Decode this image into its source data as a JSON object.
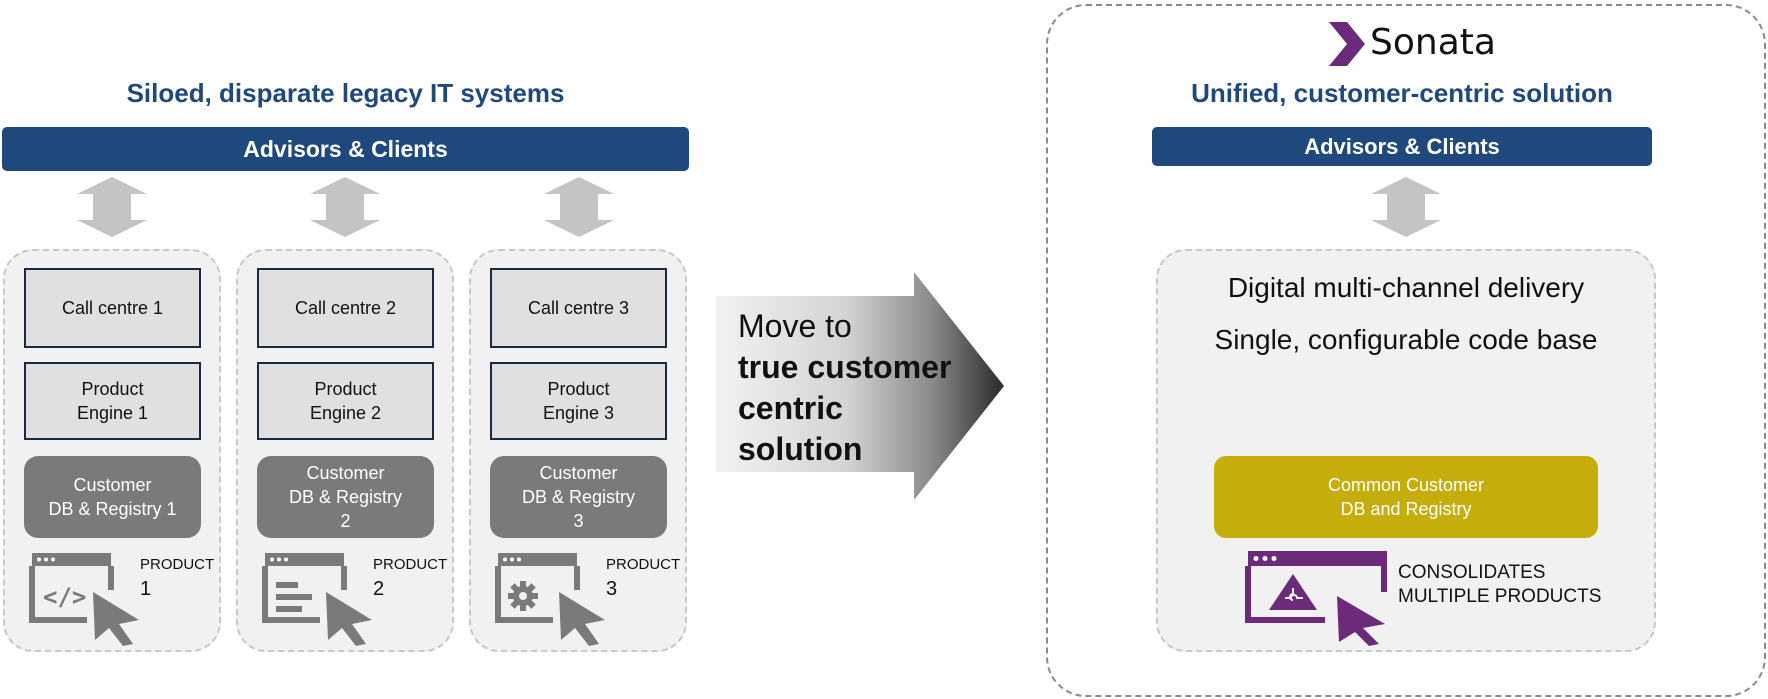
{
  "left": {
    "heading": "Siloed, disparate legacy IT systems",
    "bar_label": "Advisors & Clients",
    "columns": [
      {
        "call_centre": "Call centre 1",
        "engine_line1": "Product",
        "engine_line2": "Engine 1",
        "db_line1": "Customer",
        "db_line2": "DB & Registry 1",
        "db_line3": "",
        "product_label": "PRODUCT",
        "product_num": "1",
        "icon": "code-window-icon"
      },
      {
        "call_centre": "Call centre 2",
        "engine_line1": "Product",
        "engine_line2": "Engine 2",
        "db_line1": "Customer",
        "db_line2": "DB & Registry",
        "db_line3": "2",
        "product_label": "PRODUCT",
        "product_num": "2",
        "icon": "form-window-icon"
      },
      {
        "call_centre": "Call centre 3",
        "engine_line1": "Product",
        "engine_line2": "Engine 3",
        "db_line1": "Customer",
        "db_line2": "DB & Registry",
        "db_line3": "3",
        "product_label": "PRODUCT",
        "product_num": "3",
        "icon": "gear-window-icon"
      }
    ]
  },
  "middle": {
    "line1": "Move to",
    "line2": "true customer",
    "line3": "centric",
    "line4": "solution"
  },
  "right": {
    "logo_text": "Sonata",
    "heading": "Unified, customer-centric solution",
    "bar_label": "Advisors & Clients",
    "digital_line": "Digital multi-channel delivery",
    "code_line": "Single, configurable code base",
    "common_line1": "Common Customer",
    "common_line2": "DB and Registry",
    "consolidates_line1": "CONSOLIDATES",
    "consolidates_line2": "MULTIPLE PRODUCTS",
    "icon": "puzzle-window-icon"
  },
  "colors": {
    "navy": "#1f497d",
    "gray_box": "#7a7a7a",
    "gold": "#c5ae0c",
    "purple": "#6b2a7a",
    "arrow_gray": "#c4c4c4"
  }
}
